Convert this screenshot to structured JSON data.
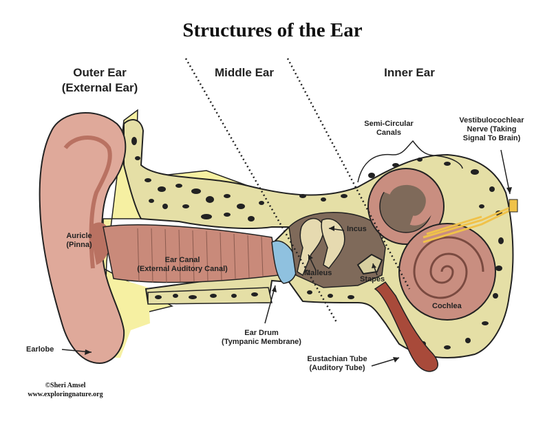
{
  "title": "Structures of the Ear",
  "sections": {
    "outer_line1": "Outer Ear",
    "outer_line2": "(External Ear)",
    "middle": "Middle Ear",
    "inner": "Inner Ear"
  },
  "labels": {
    "semicircular_1": "Semi-Circular",
    "semicircular_2": "Canals",
    "nerve_1": "Vestibulocochlear",
    "nerve_2": "Nerve (Taking",
    "nerve_3": "Signal To Brain)",
    "auricle_1": "Auricle",
    "auricle_2": "(Pinna)",
    "canal_1": "Ear Canal",
    "canal_2": "(External Auditory Canal)",
    "incus": "Incus",
    "malleus": "Malleus",
    "stapes": "Stapes",
    "cochlea": "Cochlea",
    "drum_1": "Ear Drum",
    "drum_2": "(Tympanic Membrane)",
    "earlobe": "Earlobe",
    "eustachian_1": "Eustachian Tube",
    "eustachian_2": "(Auditory Tube)"
  },
  "credit": {
    "line1": "©Sheri Amsel",
    "line2": "www.exploringnature.org"
  },
  "colors": {
    "skin": "#dfa99a",
    "skin_dark": "#b97262",
    "bone": "#e5dfa6",
    "cartilage": "#f6f0a2",
    "ear_drum": "#8fc1df",
    "cochlea": "#c98e80",
    "cavity": "#7f6a5a",
    "eustachian": "#a84a3a",
    "nerve": "#f0c24a"
  }
}
